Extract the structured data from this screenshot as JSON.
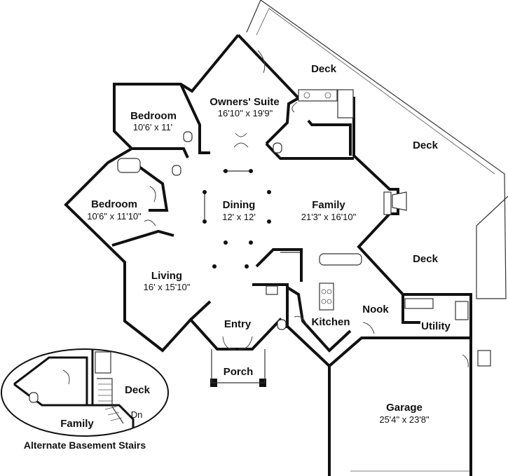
{
  "rooms": {
    "deck_top": "Deck",
    "deck_right": "Deck",
    "deck_lower": "Deck",
    "owners_suite": "Owners' Suite",
    "owners_suite_dim": "16'10\" x 19'9\"",
    "bedroom1": "Bedroom",
    "bedroom1_dim": "10'6' x 11'",
    "bedroom2": "Bedroom",
    "bedroom2_dim": "10'6\" x 11'10\"",
    "dining": "Dining",
    "dining_dim": "12' x 12'",
    "family": "Family",
    "family_dim": "21'3\" x 16'10\"",
    "living": "Living",
    "living_dim": "16' x 15'10\"",
    "entry": "Entry",
    "porch": "Porch",
    "kitchen": "Kitchen",
    "nook": "Nook",
    "utility": "Utility",
    "garage": "Garage",
    "garage_dim": "25'4\" x 23'8\""
  },
  "inset": {
    "deck": "Deck",
    "family": "Family",
    "dn": "Dn",
    "caption": "Alternate Basement Stairs"
  }
}
